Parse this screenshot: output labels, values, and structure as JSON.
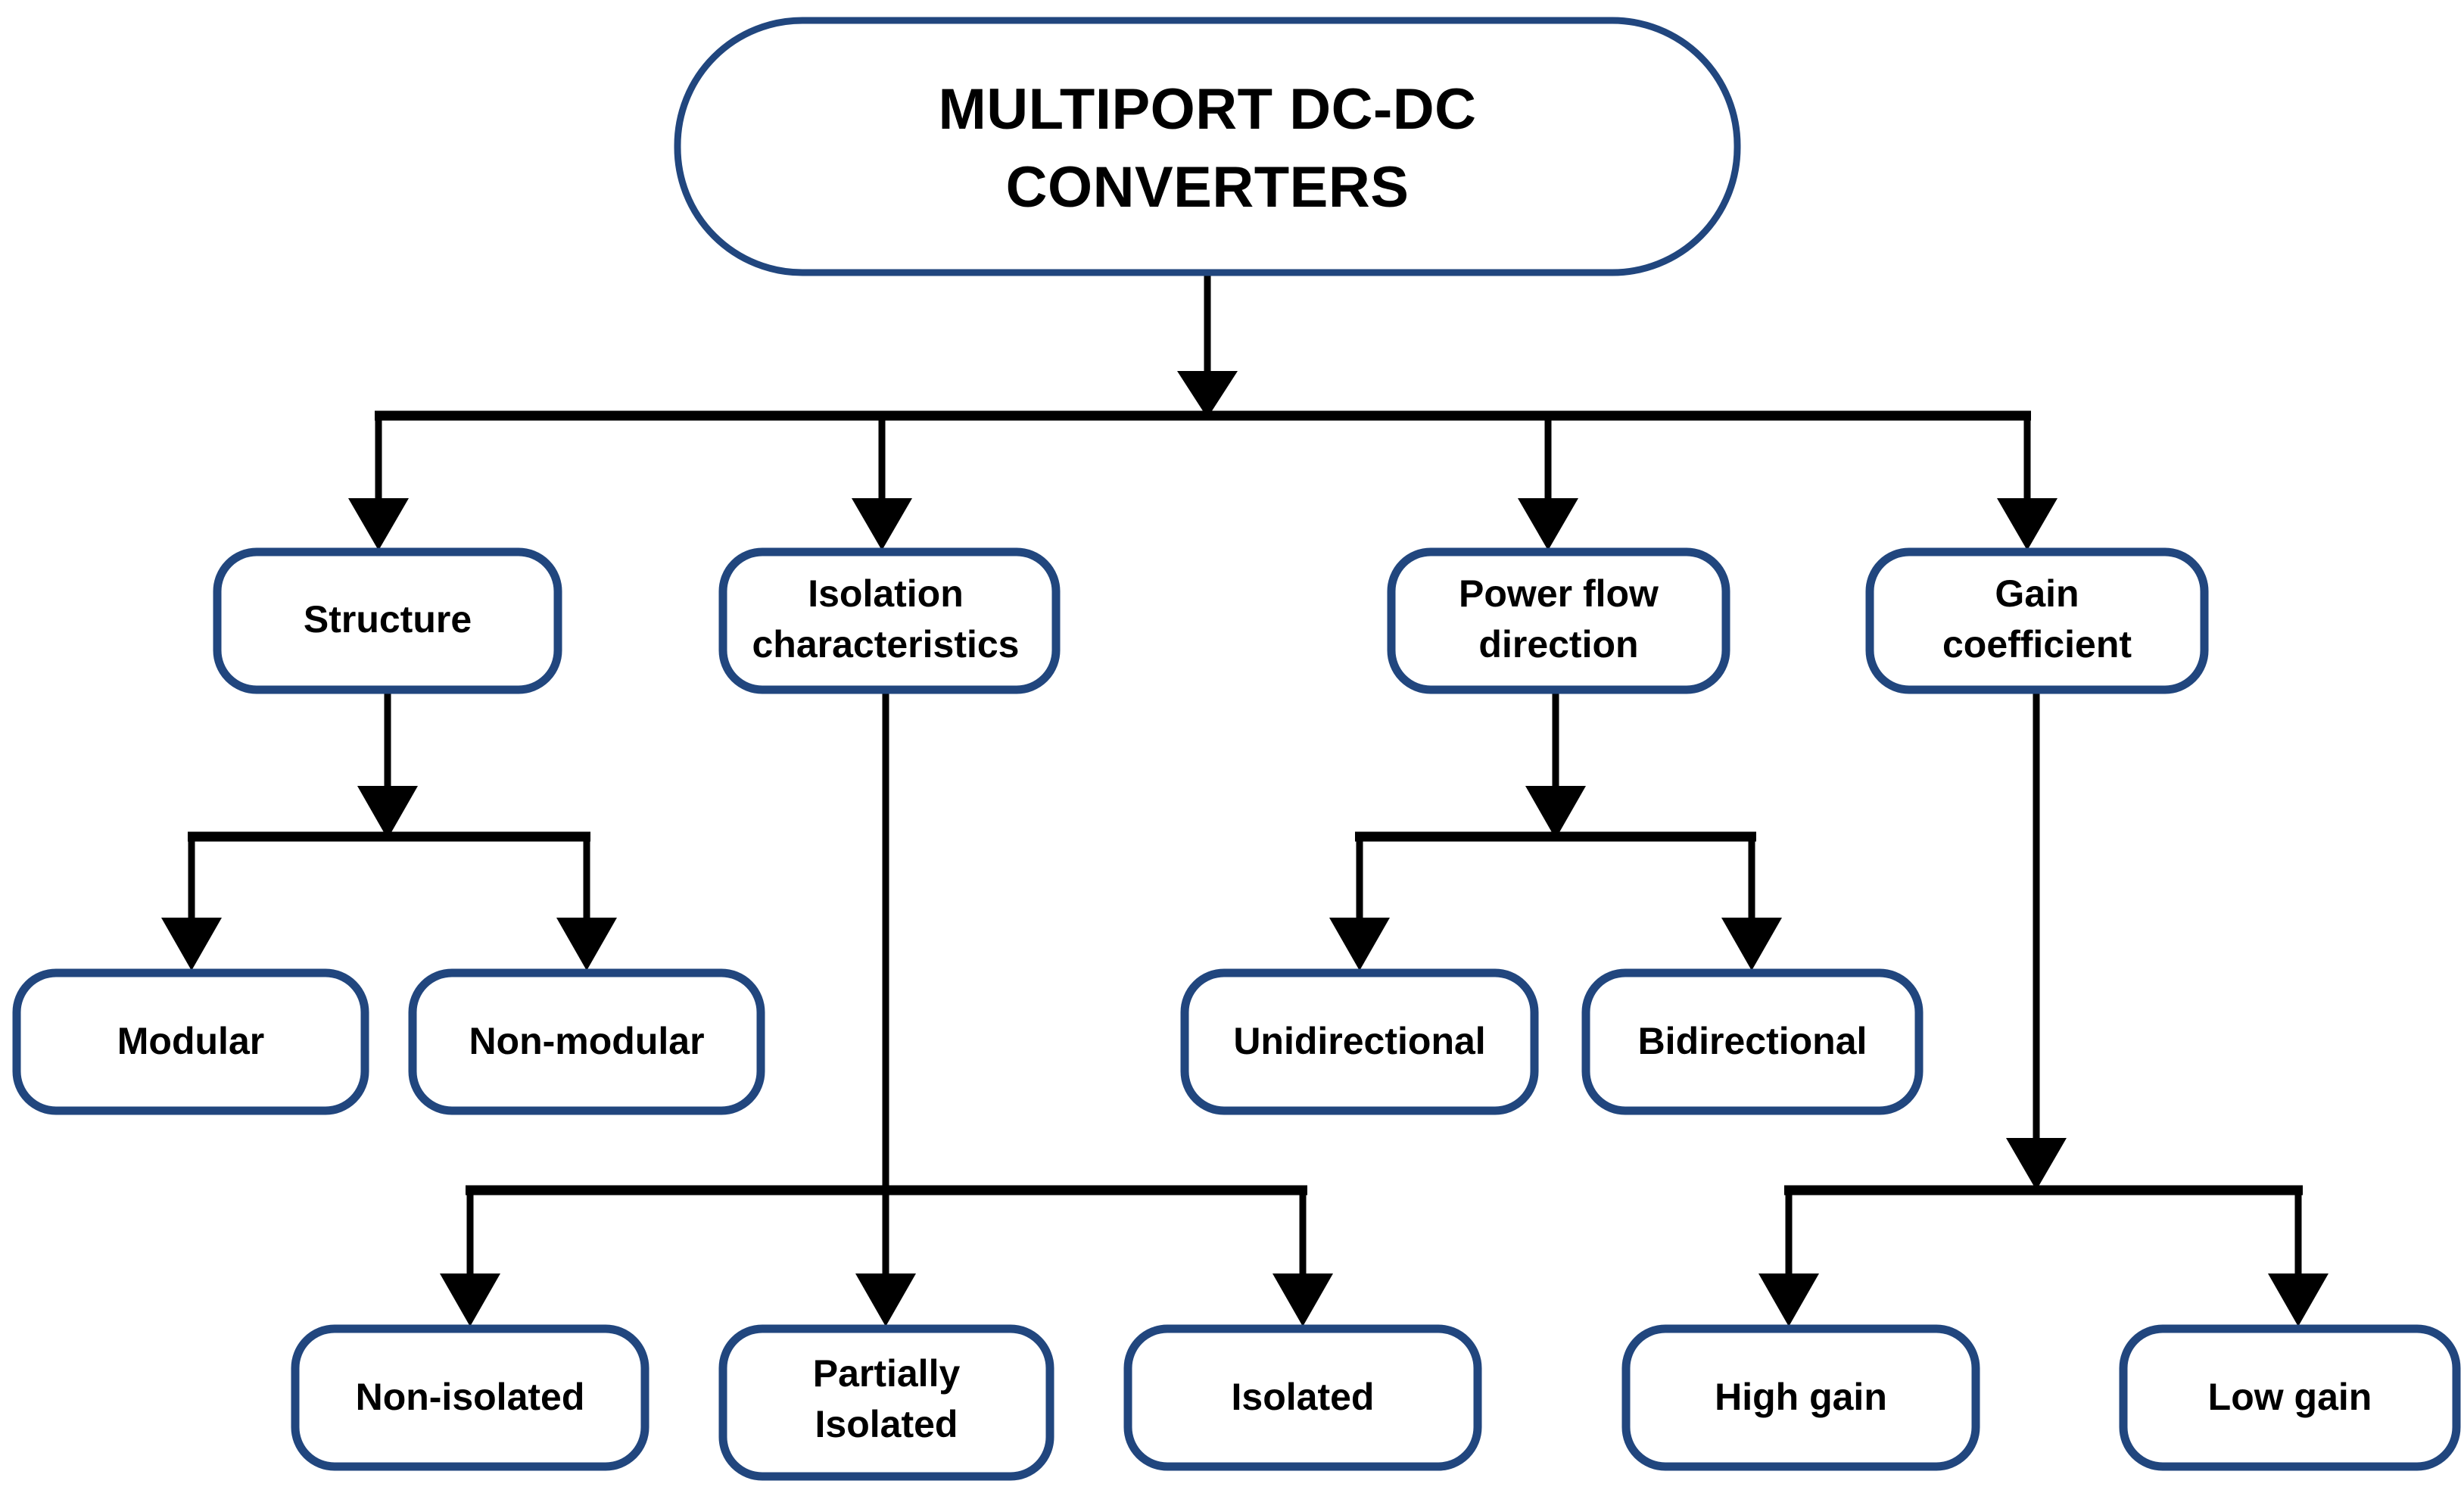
{
  "diagram": {
    "title": "MULTIPORT DC-DC CONVERTERS",
    "type": "hierarchy-flowchart",
    "colors": {
      "node_border": "#21467E",
      "node_fill": "#FFFFFF",
      "connector": "#000000",
      "text": "#000000",
      "background": "#FFFFFF"
    },
    "root": {
      "label_line1": "MULTIPORT DC-DC",
      "label_line2": "CONVERTERS",
      "label_full": "MULTIPORT DC-DC CONVERTERS"
    },
    "categories": [
      {
        "id": "structure",
        "label_line1": "Structure",
        "label_line2": "",
        "children": [
          {
            "id": "modular",
            "label_line1": "Modular",
            "label_line2": ""
          },
          {
            "id": "non-modular",
            "label_line1": "Non-modular",
            "label_line2": ""
          }
        ]
      },
      {
        "id": "isolation-characteristics",
        "label_line1": "Isolation",
        "label_line2": "characteristics",
        "children": [
          {
            "id": "non-isolated",
            "label_line1": "Non-isolated",
            "label_line2": ""
          },
          {
            "id": "partially-isolated",
            "label_line1": "Partially",
            "label_line2": "Isolated"
          },
          {
            "id": "isolated",
            "label_line1": "Isolated",
            "label_line2": ""
          }
        ]
      },
      {
        "id": "power-flow-direction",
        "label_line1": "Power flow",
        "label_line2": "direction",
        "children": [
          {
            "id": "unidirectional",
            "label_line1": "Unidirectional",
            "label_line2": ""
          },
          {
            "id": "bidirectional",
            "label_line1": "Bidirectional",
            "label_line2": ""
          }
        ]
      },
      {
        "id": "gain-coefficient",
        "label_line1": "Gain",
        "label_line2": "coefficient",
        "children": [
          {
            "id": "high-gain",
            "label_line1": "High gain",
            "label_line2": ""
          },
          {
            "id": "low-gain",
            "label_line1": "Low gain",
            "label_line2": ""
          }
        ]
      }
    ]
  }
}
